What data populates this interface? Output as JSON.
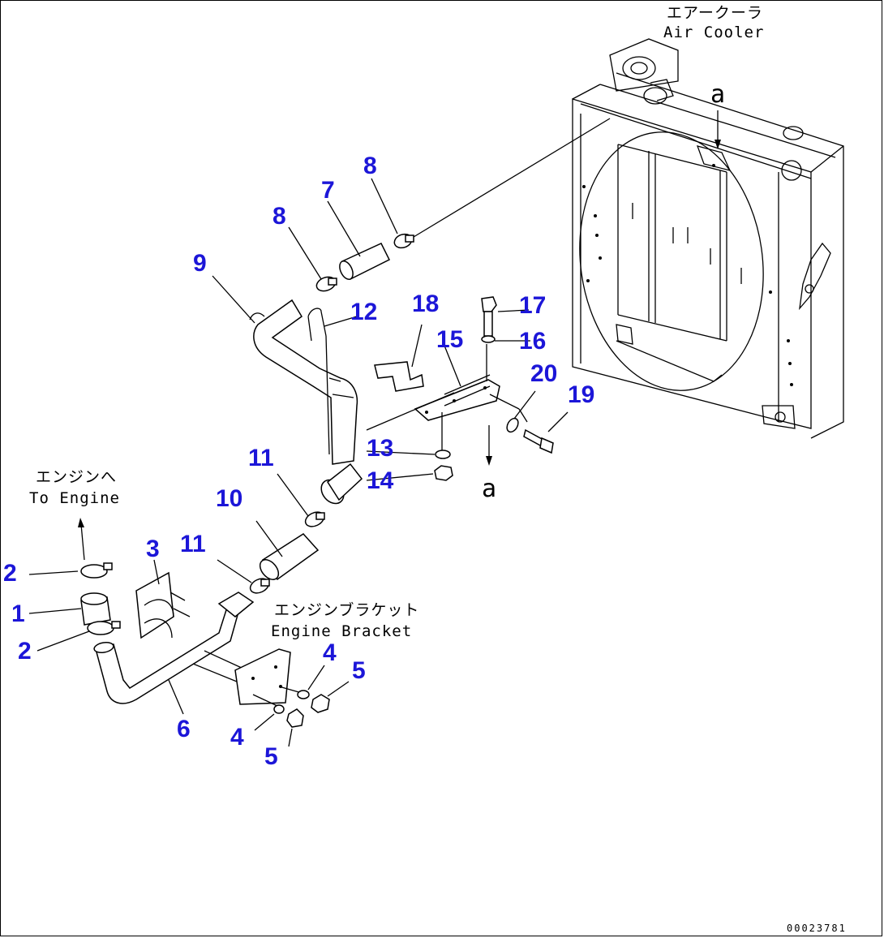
{
  "captions": {
    "air_cooler_jp": "エアークーラ",
    "air_cooler_en": "Air Cooler",
    "to_engine_jp": "エンジンへ",
    "to_engine_en": "To Engine",
    "engine_bracket_jp": "エンジンブラケット",
    "engine_bracket_en": "Engine Bracket"
  },
  "view_refs": {
    "top": "a",
    "bottom": "a"
  },
  "part_callouts": [
    {
      "id": "p2a",
      "label": "2"
    },
    {
      "id": "p1",
      "label": "1"
    },
    {
      "id": "p2b",
      "label": "2"
    },
    {
      "id": "p3",
      "label": "3"
    },
    {
      "id": "p4a",
      "label": "4"
    },
    {
      "id": "p4b",
      "label": "4"
    },
    {
      "id": "p5a",
      "label": "5"
    },
    {
      "id": "p5b",
      "label": "5"
    },
    {
      "id": "p6",
      "label": "6"
    },
    {
      "id": "p7",
      "label": "7"
    },
    {
      "id": "p8a",
      "label": "8"
    },
    {
      "id": "p8b",
      "label": "8"
    },
    {
      "id": "p9",
      "label": "9"
    },
    {
      "id": "p10",
      "label": "10"
    },
    {
      "id": "p11a",
      "label": "11"
    },
    {
      "id": "p11b",
      "label": "11"
    },
    {
      "id": "p12",
      "label": "12"
    },
    {
      "id": "p13",
      "label": "13"
    },
    {
      "id": "p14",
      "label": "14"
    },
    {
      "id": "p15",
      "label": "15"
    },
    {
      "id": "p16",
      "label": "16"
    },
    {
      "id": "p17",
      "label": "17"
    },
    {
      "id": "p18",
      "label": "18"
    },
    {
      "id": "p19",
      "label": "19"
    },
    {
      "id": "p20",
      "label": "20"
    }
  ],
  "drawing_number": "00023781",
  "colors": {
    "callout": "#1c16d8",
    "line": "#000000",
    "background": "#ffffff"
  }
}
